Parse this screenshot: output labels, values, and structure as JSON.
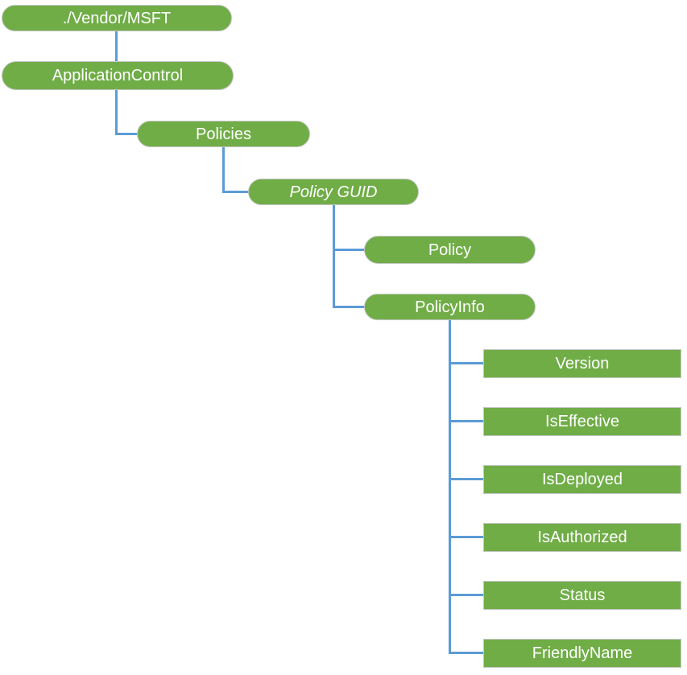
{
  "diagram": {
    "type": "tree",
    "nodes": [
      {
        "id": "vendor-msft",
        "label": "./Vendor/MSFT",
        "shape": "pill",
        "italic": false
      },
      {
        "id": "application-control",
        "label": "ApplicationControl",
        "shape": "pill",
        "italic": false
      },
      {
        "id": "policies",
        "label": "Policies",
        "shape": "pill",
        "italic": false
      },
      {
        "id": "policy-guid",
        "label": "Policy GUID",
        "shape": "pill",
        "italic": true
      },
      {
        "id": "policy",
        "label": "Policy",
        "shape": "pill",
        "italic": false
      },
      {
        "id": "policy-info",
        "label": "PolicyInfo",
        "shape": "pill",
        "italic": false
      },
      {
        "id": "version",
        "label": "Version",
        "shape": "rect",
        "italic": false
      },
      {
        "id": "is-effective",
        "label": "IsEffective",
        "shape": "rect",
        "italic": false
      },
      {
        "id": "is-deployed",
        "label": "IsDeployed",
        "shape": "rect",
        "italic": false
      },
      {
        "id": "is-authorized",
        "label": "IsAuthorized",
        "shape": "rect",
        "italic": false
      },
      {
        "id": "status",
        "label": "Status",
        "shape": "rect",
        "italic": false
      },
      {
        "id": "friendly-name",
        "label": "FriendlyName",
        "shape": "rect",
        "italic": false
      }
    ],
    "edges": [
      {
        "from": "vendor-msft",
        "to": "application-control"
      },
      {
        "from": "application-control",
        "to": "policies"
      },
      {
        "from": "policies",
        "to": "policy-guid"
      },
      {
        "from": "policy-guid",
        "to": "policy"
      },
      {
        "from": "policy-guid",
        "to": "policy-info"
      },
      {
        "from": "policy-info",
        "to": "version"
      },
      {
        "from": "policy-info",
        "to": "is-effective"
      },
      {
        "from": "policy-info",
        "to": "is-deployed"
      },
      {
        "from": "policy-info",
        "to": "is-authorized"
      },
      {
        "from": "policy-info",
        "to": "status"
      },
      {
        "from": "policy-info",
        "to": "friendly-name"
      }
    ],
    "colors": {
      "node_fill": "#70AD47",
      "node_border": "#C6C6C6",
      "connector": "#5B9BD5",
      "label_text": "#FFFFFF",
      "background": "#FFFFFF"
    }
  }
}
